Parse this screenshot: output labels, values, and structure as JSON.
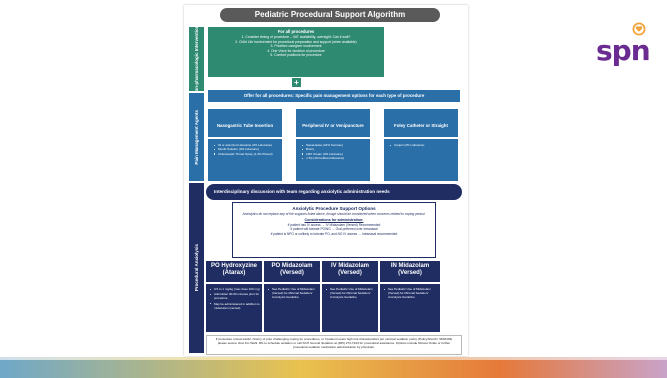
{
  "document": {
    "title": "Pediatric Procedural Support Algorithm",
    "side_labels": {
      "nonpharm": "Non-pharmacologic Interventions",
      "pain": "Pain Management Agents",
      "anxiolysis": "Procedural Anxiolysis"
    },
    "all_procedures": {
      "heading": "For all procedures",
      "items": [
        "1. Consider timing of procedure – VAT availability, oversight: Can it wait?",
        "2. Child Life involvement for procedural preparation and support (when available)",
        "3. Prioritize caregiver involvement",
        "4. One Voice for duration of procedure",
        "5. Comfort positions for procedure"
      ]
    },
    "plus": "+",
    "offer": "Offer for all procedures: Specific pain management options for each type of procedure",
    "columns": [
      {
        "title": "Nasogastric Tube Insertion",
        "items": [
          "IN or atomized Lidocaine (2% Lidocaine)",
          "Mouth Solution (2% Lidocaine)",
          "Chloraseptic Throat Spray (1.4% Phenol)"
        ]
      },
      {
        "title": "Peripheral IV or Venipuncture",
        "items": [
          "Sweet-Ease (24% Sucrose)",
          "Buzzy",
          "LMX Cream (4% Lidocaine)",
          "J-Tip (1% buffered lidocaine)"
        ]
      },
      {
        "title": "Foley Catheter or Straight Catheterization",
        "items": [
          "Uroject (2% Lidocaine)"
        ]
      }
    ],
    "interdisciplinary": "Interdisciplinary discussion with team regarding anxiolytic administration needs",
    "anxiolytic": {
      "heading": "Anxiolytic Procedure Support Options",
      "subtext": "Anxiolytics do not replace any of the supports listed above, though should be considered when concerns related to coping persist.",
      "considerations_heading": "Considerations for administration:",
      "lines": [
        "If patient has IV access → IV Midazolam (Versed) Recommended",
        "If patient will tolerate PO/NG → Oral preferred over Intranasal",
        "If patient is NPO or unlikely to tolerate PO, and NO IV access → Intranasal recommended"
      ]
    },
    "meds": [
      {
        "name": "PO Hydroxyzine",
        "brand": "(Atarax)",
        "items": [
          "0.5 to 1 mg/kg (max dose 100 mg)",
          "Administer 30-60 minutes prior for procedure",
          "May be administered in addition to midazolam (versed)"
        ]
      },
      {
        "name": "PO Midazolam",
        "brand": "(Versed)",
        "items": [
          "See Pediatric Use of Midazolam (Versed) for Minimal Sedation/ Anxiolysis Guideline"
        ]
      },
      {
        "name": "IV Midazolam",
        "brand": "(Versed)",
        "items": [
          "See Pediatric Use of Midazolam (Versed) for Minimal Sedation/ Anxiolysis Guideline"
        ]
      },
      {
        "name": "IN Midazolam",
        "brand": "(Versed)",
        "items": [
          "See Pediatric Use of Midazolam (Versed) for Minimal Sedation/ Anxiolysis Guideline"
        ]
      }
    ],
    "footer": "If procedure unsuccessful, history of prior challenging coping for procedures, or if patient meets high risk characteristics per minimal sedation policy (Policy/Stat ID: 9618403) please secure chat Jim Wahl, RN to schedule sedation or call SCH Ground Sedation at (385) 273-7243 for procedural assistance. Options include Nitrous Oxide or further procedural sedation medication administration by physician."
  },
  "logo": {
    "text": "spn",
    "brand_color": "#6a2c91",
    "heart_color": "#f2a33a"
  },
  "colors": {
    "green": "#2f8a72",
    "blue": "#2a6fa8",
    "navy": "#1f2d63",
    "title_gray": "#5a5a5a"
  }
}
